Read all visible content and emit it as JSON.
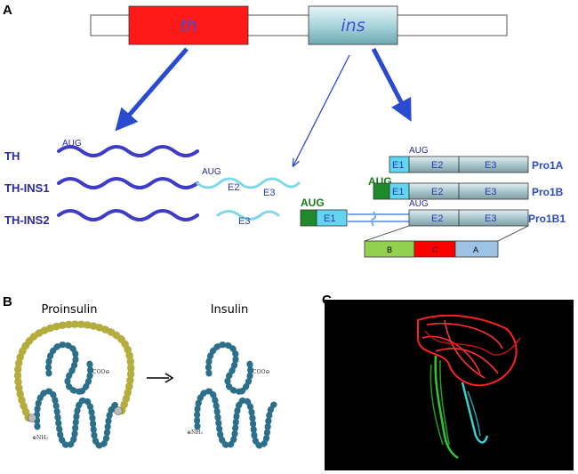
{
  "panels": {
    "a": "A",
    "b": "B",
    "c": "C"
  },
  "genes": {
    "th": {
      "label": "th",
      "color": "#ff1a1a"
    },
    "ins": {
      "label": "ins",
      "color": "#a9d6dc"
    }
  },
  "transcripts": [
    {
      "label": "TH",
      "aug": "AUG"
    },
    {
      "label": "TH-INS1",
      "aug": "AUG",
      "exons": [
        "E2",
        "E3"
      ]
    },
    {
      "label": "TH-INS2",
      "exons": [
        "E3"
      ]
    }
  ],
  "isoforms": [
    {
      "label": "Pro1A",
      "aug": "AUG",
      "exons": [
        "E1",
        "E2",
        "E3"
      ]
    },
    {
      "label": "Pro1B",
      "aug": "AUG",
      "exons": [
        "E1",
        "E2",
        "E3"
      ]
    },
    {
      "label": "Pro1B1",
      "aug": "AUG",
      "aug2": "AUG",
      "exons": [
        "E1",
        "E2",
        "E3"
      ]
    }
  ],
  "chains": [
    {
      "label": "B",
      "color": "#92d050"
    },
    {
      "label": "C",
      "color": "#ff0000"
    },
    {
      "label": "A",
      "color": "#9dc3e6"
    }
  ],
  "structures": {
    "proinsulin": "Proinsulin",
    "insulin": "Insulin",
    "cterm": "COO⊖",
    "nterm": "⊕NH₃"
  },
  "colors": {
    "rna": "#3c3cc8",
    "rna_ins": "#7fd8e8",
    "arrow": "#2a4ad0",
    "green": "#1f8a2a",
    "e1": "#62d6ee",
    "exon": "#a9d0d8"
  }
}
